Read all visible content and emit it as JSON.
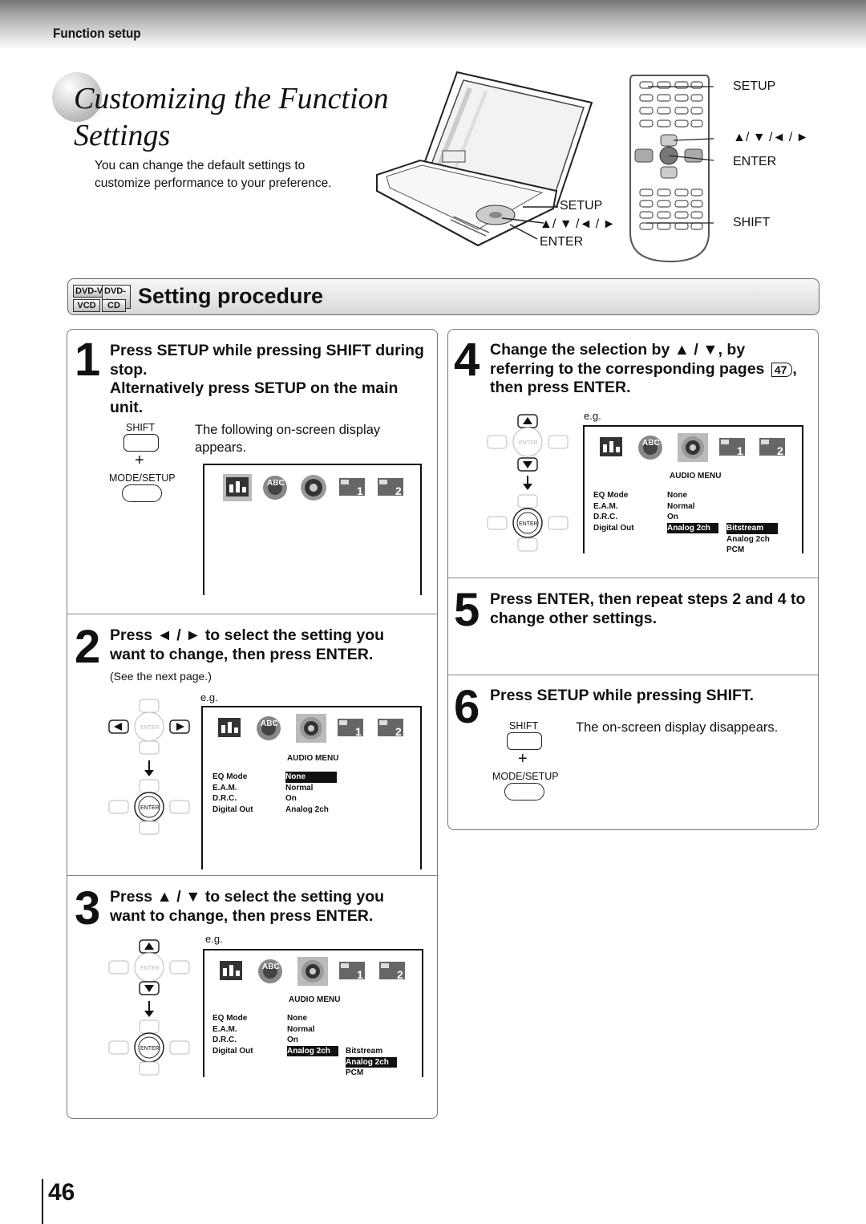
{
  "header": {
    "section": "Function setup"
  },
  "title": {
    "line1": "Customizing the Function",
    "line2": "Settings"
  },
  "intro": "You can change the default settings to customize performance to your preference.",
  "device_labels": {
    "setup": "SETUP",
    "arrows": "▲/ ▼ /◄ / ►",
    "enter": "ENTER"
  },
  "remote_labels": {
    "setup": "SETUP",
    "arrows": "▲/ ▼ /◄ / ►",
    "enter": "ENTER",
    "shift": "SHIFT"
  },
  "procedure": {
    "badges": [
      "DVD-V",
      "DVD-A",
      "VCD",
      "CD"
    ],
    "title": "Setting procedure"
  },
  "keys": {
    "shift": "SHIFT",
    "plus": "+",
    "mode_setup": "MODE/SETUP",
    "enter": "ENTER"
  },
  "eg": "e.g.",
  "menu": {
    "title": "AUDIO MENU",
    "items": [
      "EQ Mode",
      "E.A.M.",
      "D.R.C.",
      "Digital Out"
    ],
    "values": [
      "None",
      "Normal",
      "On",
      "Analog 2ch"
    ],
    "options": [
      "Bitstream",
      "Analog 2ch",
      "PCM"
    ]
  },
  "steps": {
    "s1": {
      "num": "1",
      "title": "Press SETUP while pressing SHIFT during stop.\nAlternatively press SETUP on the main unit.",
      "desc": "The following on-screen display appears."
    },
    "s2": {
      "num": "2",
      "title": "Press ◄ / ► to select the setting you want to change, then press ENTER.",
      "note": "(See the next page.)"
    },
    "s3": {
      "num": "3",
      "title": "Press ▲ / ▼ to select the setting you want to change, then press ENTER."
    },
    "s4": {
      "num": "4",
      "title_a": "Change the selection by ▲ / ▼, by referring to the corresponding pages",
      "page_ref": "47",
      "title_b": ", then press ENTER."
    },
    "s5": {
      "num": "5",
      "title": "Press ENTER, then repeat steps 2 and 4 to change other settings."
    },
    "s6": {
      "num": "6",
      "title": "Press SETUP while pressing SHIFT.",
      "desc": "The on-screen display disappears."
    }
  },
  "page_number": "46"
}
